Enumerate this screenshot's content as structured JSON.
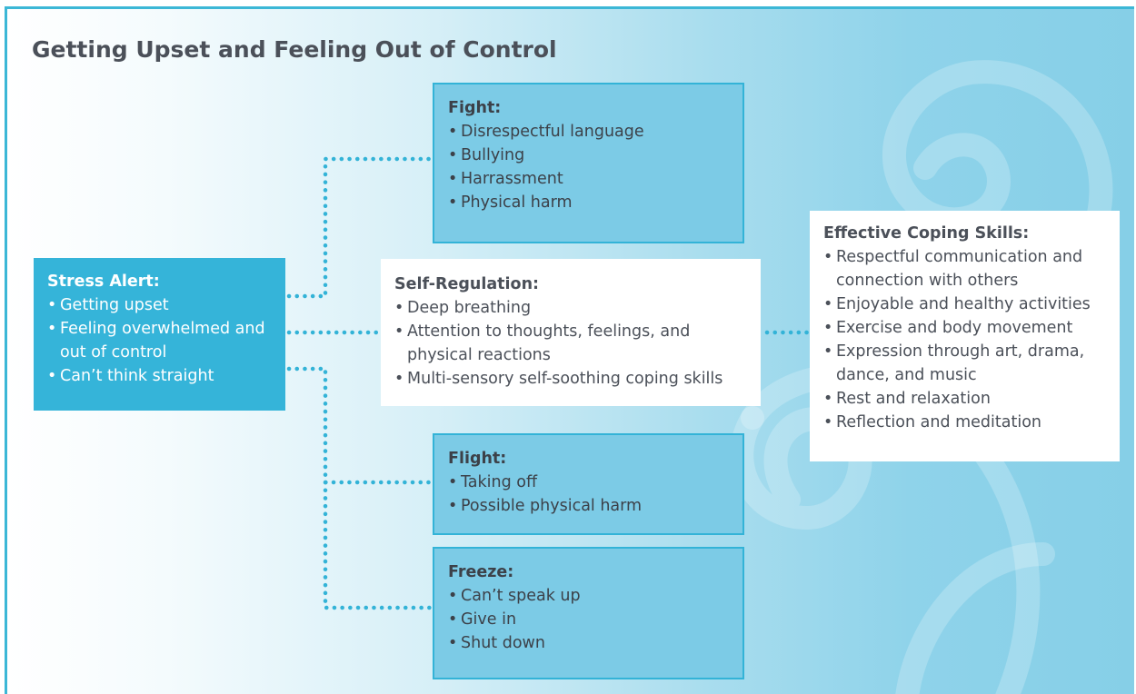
{
  "title": "Getting Upset and Feeling Out of Control",
  "colors": {
    "frame_border": "#3cb7d6",
    "stress_box_fill": "#35b4d9",
    "response_box_fill": "#7ccbe6",
    "response_box_border": "#33b3d7",
    "connector_dots": "#33b3d7",
    "heading_text": "#4b5059"
  },
  "boxes": {
    "stress_alert": {
      "heading": "Stress Alert:",
      "items": [
        "Getting upset",
        "Feeling overwhelmed and out of control",
        "Can’t think straight"
      ]
    },
    "fight": {
      "heading": "Fight:",
      "items": [
        "Disrespectful language",
        "Bullying",
        "Harrassment",
        "Physical harm"
      ]
    },
    "self_regulation": {
      "heading": "Self-Regulation:",
      "items": [
        "Deep breathing",
        "Attention to thoughts, feelings, and physical reactions",
        "Multi-sensory self-soothing coping skills"
      ]
    },
    "flight": {
      "heading": "Flight:",
      "items": [
        "Taking off",
        "Possible physical harm"
      ]
    },
    "freeze": {
      "heading": "Freeze:",
      "items": [
        "Can’t speak up",
        "Give in",
        "Shut down"
      ]
    },
    "coping_skills": {
      "heading": "Effective Coping Skills:",
      "items": [
        "Respectful communication and connection with others",
        "Enjoyable and healthy activities",
        "Exercise and body movement",
        "Expression through art, drama, dance, and music",
        "Rest and relaxation",
        "Reflection and meditation"
      ]
    }
  }
}
